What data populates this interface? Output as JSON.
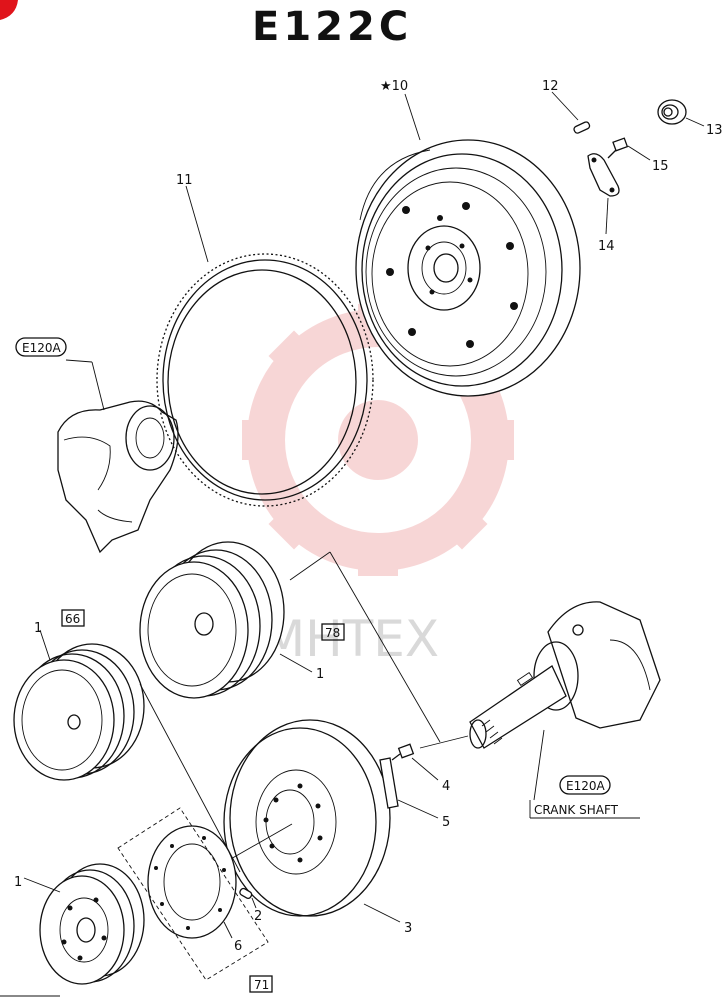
{
  "title": "E122C",
  "callouts": {
    "p1a": "1",
    "p1b": "1",
    "p1c": "1",
    "p2": "2",
    "p3": "3",
    "p4": "4",
    "p5": "5",
    "p6": "6",
    "p10": "★10",
    "p11": "11",
    "p12": "12",
    "p13": "13",
    "p14": "14",
    "p15": "15"
  },
  "boxed_refs": {
    "ref66": "66",
    "ref78": "78",
    "ref71": "71",
    "e120a_top": "E120A",
    "e120a_bottom": "E120A"
  },
  "labels": {
    "crank_shaft": "CRANK SHAFT"
  },
  "watermark": "MHTEX",
  "colors": {
    "ink": "#111111",
    "watermark": "#f2b6b6",
    "corner_mark": "#e0141b"
  }
}
